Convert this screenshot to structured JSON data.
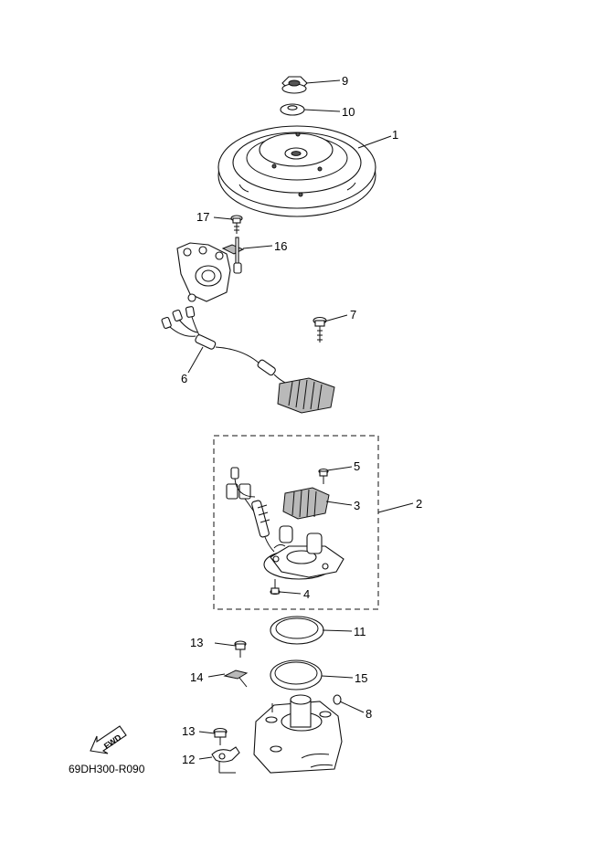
{
  "diagram_code": "69DH300-R090",
  "fwd_label": "FWD",
  "callouts": [
    "9",
    "10",
    "1",
    "17",
    "16",
    "7",
    "6",
    "5",
    "3",
    "2",
    "4",
    "11",
    "13",
    "14",
    "15",
    "8",
    "13",
    "12"
  ]
}
